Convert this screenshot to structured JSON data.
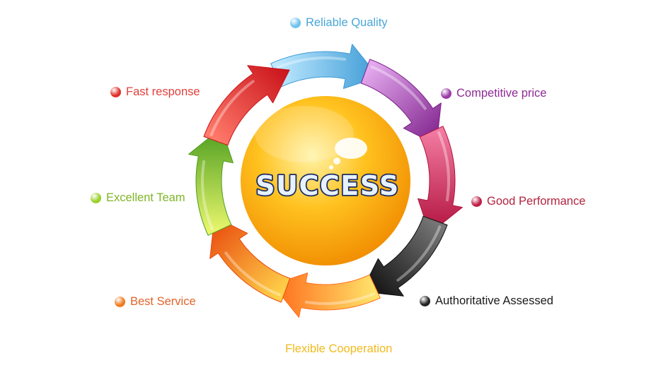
{
  "center": {
    "text": "SUCCESS",
    "colors": {
      "ball_light": "#fff3a6",
      "ball_mid": "#ffc21f",
      "ball_dark": "#f08a00",
      "text_fill": "#e8f2ff",
      "text_stroke": "#1b2d63"
    }
  },
  "cycle": [
    {
      "id": "reliable-quality",
      "label": "Reliable Quality",
      "label_color": "#4aa6d8",
      "dot_color": "#6fc2ee",
      "arrow_light": "#bfe9ff",
      "arrow_dark": "#3d9bd6"
    },
    {
      "id": "competitive-price",
      "label": "Competitive price",
      "label_color": "#8d2a95",
      "dot_color": "#9a3aa6",
      "arrow_light": "#e3a9ee",
      "arrow_dark": "#7d1f8a"
    },
    {
      "id": "good-performance",
      "label": "Good Performance",
      "label_color": "#b3243e",
      "dot_color": "#c01f48",
      "arrow_light": "#f27aa0",
      "arrow_dark": "#b0123d"
    },
    {
      "id": "authoritative-assessed",
      "label": "Authoritative Assessed",
      "label_color": "#1a1a1a",
      "dot_color": "#222222",
      "arrow_light": "#777777",
      "arrow_dark": "#0b0b0b"
    },
    {
      "id": "flexible-cooperation",
      "label": "Flexible Cooperation",
      "label_color": "#f2ba1c",
      "dot_color": "",
      "arrow_light": "#ffe36a",
      "arrow_dark": "#ff6a1a"
    },
    {
      "id": "best-service",
      "label": "Best Service",
      "label_color": "#e2642a",
      "dot_color": "#f07a1f",
      "arrow_light": "#ffd24a",
      "arrow_dark": "#e8470d"
    },
    {
      "id": "excellent-team",
      "label": "Excellent Team",
      "label_color": "#7fb528",
      "dot_color": "#9ad12b",
      "arrow_light": "#e6f56b",
      "arrow_dark": "#4c9d1f"
    },
    {
      "id": "fast-response",
      "label": "Fast response",
      "label_color": "#e0403c",
      "dot_color": "#e0312d",
      "arrow_light": "#ff7a6a",
      "arrow_dark": "#c9121a"
    }
  ]
}
